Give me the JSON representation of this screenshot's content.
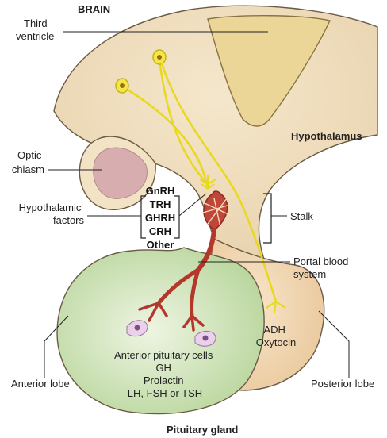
{
  "labels": {
    "brain": "BRAIN",
    "third_ventricle": [
      "Third",
      "ventricle"
    ],
    "hypothalamus": "Hypothalamus",
    "optic_chiasm": [
      "Optic",
      "chiasm"
    ],
    "hypothalamic_factors": [
      "Hypothalamic",
      "factors"
    ],
    "stalk": "Stalk",
    "portal_blood_system": [
      "Portal blood",
      "system"
    ],
    "adh_oxytocin": [
      "ADH",
      "Oxytocin"
    ],
    "anterior_cells": [
      "Anterior pituitary cells",
      "GH",
      "Prolactin",
      "LH, FSH or TSH"
    ],
    "anterior_lobe": "Anterior lobe",
    "posterior_lobe": "Posterior lobe",
    "pituitary_gland": "Pituitary gland"
  },
  "factors": [
    "GnRH",
    "TRH",
    "GHRH",
    "CRH",
    "Other"
  ],
  "colors": {
    "brain_fill": "#f0dfc0",
    "ventricle_fill": "#ecd79a",
    "chiasm_fill": "#d9aeb0",
    "anterior_fill": "#d8e8c2",
    "posterior_fill": "#f3dcbc",
    "neuron": "#e8d81e",
    "vessel": "#b3372a",
    "outline": "#5a4a3a"
  }
}
